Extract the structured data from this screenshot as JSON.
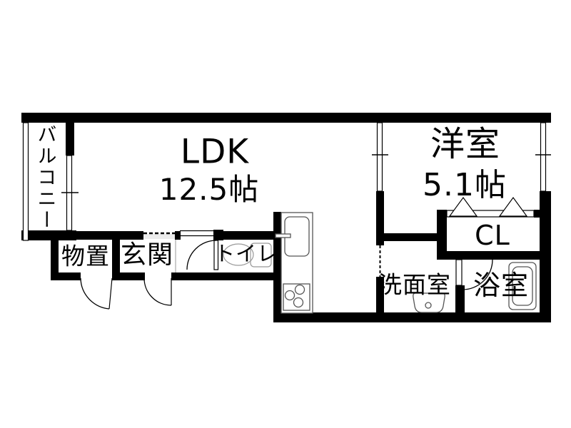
{
  "rooms": {
    "balcony": "バルコニー",
    "ldk": "LDK",
    "ldk_size": "12.5帖",
    "western_room": "洋室",
    "western_room_size": "5.1帖",
    "closet": "CL",
    "storage": "物置",
    "entrance": "玄関",
    "toilet": "トイレ",
    "washroom": "洗面室",
    "bathroom": "浴室"
  },
  "colors": {
    "wall": "#000000",
    "background": "#ffffff",
    "fixture_line": "#555555"
  }
}
